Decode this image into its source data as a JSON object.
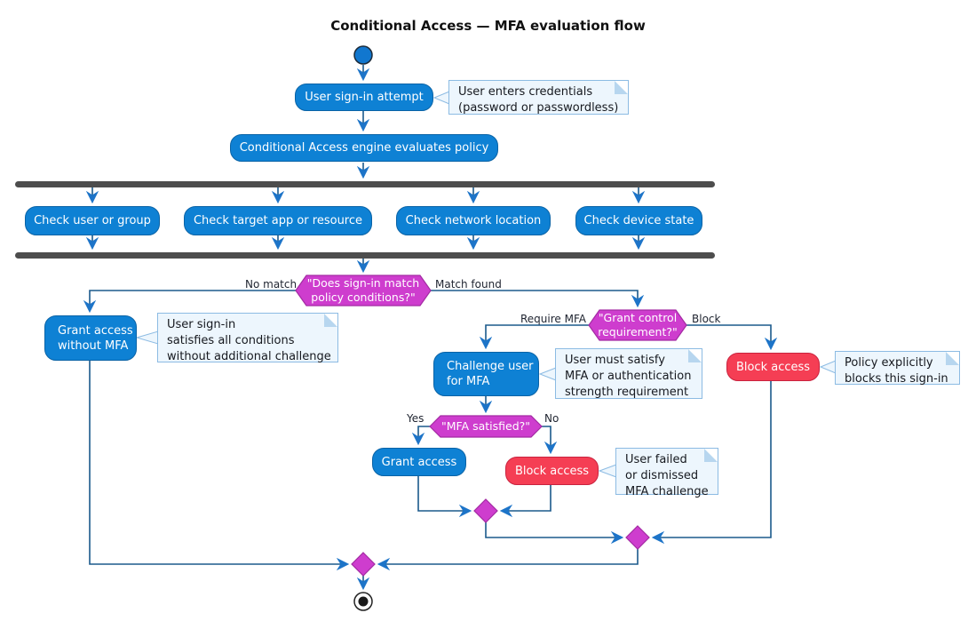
{
  "title": "Conditional Access — MFA evaluation flow",
  "colors": {
    "activity": "#0e81d4",
    "activity_border": "#0a63a6",
    "danger": "#f53e54",
    "danger_border": "#c9233f",
    "decision": "#ce3dce",
    "decision_border": "#a32ba3",
    "note_bg": "#edf6fd",
    "note_border": "#8cbbe3",
    "fork_bar": "#4d4d4d",
    "edge_line": "#1b5a8c",
    "arrowhead": "#1d74c8",
    "start_node": "#1177cf"
  },
  "nodes": {
    "user_signin": {
      "label": "User sign-in attempt"
    },
    "engine": {
      "label": "Conditional Access engine evaluates policy"
    },
    "check_user": {
      "label": "Check user or group"
    },
    "check_app": {
      "label": "Check target app or resource"
    },
    "check_network": {
      "label": "Check network location"
    },
    "check_device": {
      "label": "Check device state"
    },
    "grant_no_mfa": {
      "lines": [
        "Grant access",
        "without MFA"
      ]
    },
    "challenge": {
      "lines": [
        "Challenge user",
        "for MFA"
      ]
    },
    "grant": {
      "label": "Grant access"
    },
    "block_mfa": {
      "label": "Block access"
    },
    "block_policy": {
      "label": "Block access"
    }
  },
  "decisions": {
    "match": {
      "lines": [
        "\"Does sign-in match",
        "policy conditions?\""
      ],
      "left_label": "No match",
      "right_label": "Match found"
    },
    "grant_control": {
      "lines": [
        "\"Grant control",
        "requirement?\""
      ],
      "left_label": "Require MFA",
      "right_label": "Block"
    },
    "mfa_ok": {
      "label": "\"MFA satisfied?\"",
      "left_label": "Yes",
      "right_label": "No"
    }
  },
  "notes": {
    "credentials": {
      "lines": [
        "User enters credentials",
        "(password or passwordless)"
      ]
    },
    "no_challenge": {
      "lines": [
        "User sign-in",
        "satisfies all conditions",
        "without additional challenge"
      ]
    },
    "mfa_requirement": {
      "lines": [
        "User must satisfy",
        "MFA or authentication",
        "strength requirement"
      ]
    },
    "policy_block": {
      "lines": [
        "Policy explicitly",
        "blocks this sign-in"
      ]
    },
    "mfa_failed": {
      "lines": [
        "User failed",
        "or dismissed",
        "MFA challenge"
      ]
    }
  }
}
